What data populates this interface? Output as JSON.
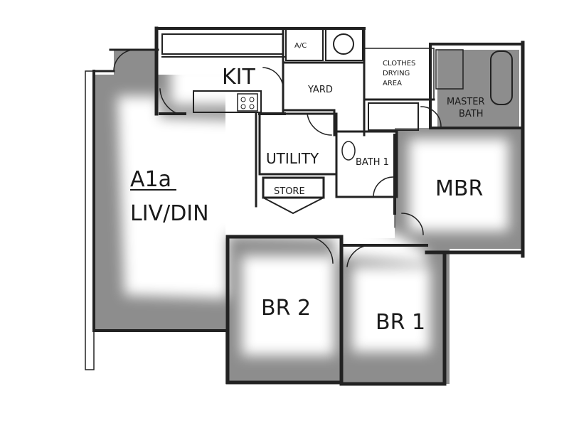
{
  "plan": {
    "unit_code": "A1a",
    "rooms": {
      "kitchen": "KIT",
      "ac": "A/C",
      "yard": "YARD",
      "clothes_line1": "CLOTHES",
      "clothes_line2": "DRYING",
      "clothes_line3": "AREA",
      "master_bath_line1": "MASTER",
      "master_bath_line2": "BATH",
      "utility": "UTILITY",
      "bath1": "BATH 1",
      "store": "STORE",
      "liv_din": "LIV/DIN",
      "mbr": "MBR",
      "br2": "BR 2",
      "br1": "BR 1"
    }
  }
}
